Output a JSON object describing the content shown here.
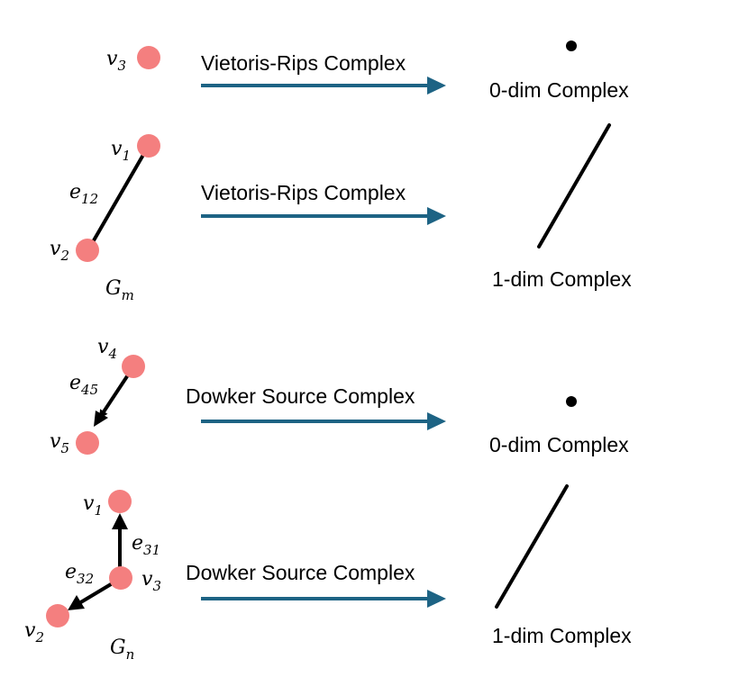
{
  "colors": {
    "node": "#f47f7f",
    "arrow": "#1d6384",
    "edge": "#000000"
  },
  "rows": [
    {
      "arrow_label": "Vietoris-Rips Complex",
      "result_label": "0-dim Complex"
    },
    {
      "arrow_label": "Vietoris-Rips Complex",
      "result_label": "1-dim Complex"
    },
    {
      "arrow_label": "Dowker Source Complex",
      "result_label": "0-dim Complex"
    },
    {
      "arrow_label": "Dowker Source Complex",
      "result_label": "1-dim Complex"
    }
  ],
  "math": {
    "v": "v",
    "e": "e",
    "G": "G",
    "sub_1": "1",
    "sub_2": "2",
    "sub_3": "3",
    "sub_4": "4",
    "sub_5": "5",
    "sub_12": "12",
    "sub_45": "45",
    "sub_31": "31",
    "sub_32": "32",
    "sub_m": "m",
    "sub_n": "n"
  }
}
